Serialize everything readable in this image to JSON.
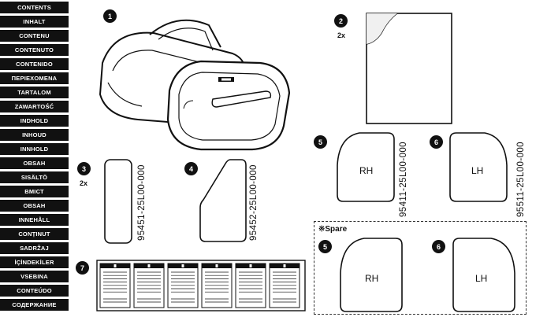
{
  "languages": [
    "CONTENTS",
    "INHALT",
    "CONTENU",
    "CONTENUTO",
    "CONTENIDO",
    "ΠΕΡΙΕΧΟΜΕΝΑ",
    "TARTALOM",
    "ZAWARTOŚĆ",
    "INDHOLD",
    "INHOUD",
    "INNHOLD",
    "OBSAH",
    "SISÄLTÖ",
    "ВМІСТ",
    "OBSAH",
    "INNEHÅLL",
    "CONȚINUT",
    "SADRŽAJ",
    "İÇİNDEKİLER",
    "VSEBINA",
    "CONTEÚDO",
    "СОДЕРЖАНИЕ"
  ],
  "items": {
    "item1": {
      "number": "1"
    },
    "item2": {
      "number": "2",
      "qty": "2x"
    },
    "item3": {
      "number": "3",
      "qty": "2x",
      "part_number": "95451-25L00-000"
    },
    "item4": {
      "number": "4",
      "part_number": "95452-25L00-000"
    },
    "item5": {
      "number": "5",
      "label": "RH",
      "part_number": "95411-25L00-000"
    },
    "item6": {
      "number": "6",
      "label": "LH",
      "part_number": "95511-25L00-000"
    },
    "item7": {
      "number": "7"
    }
  },
  "spare": {
    "title": "※Spare",
    "item5": {
      "number": "5",
      "label": "RH"
    },
    "item6": {
      "number": "6",
      "label": "LH"
    }
  }
}
